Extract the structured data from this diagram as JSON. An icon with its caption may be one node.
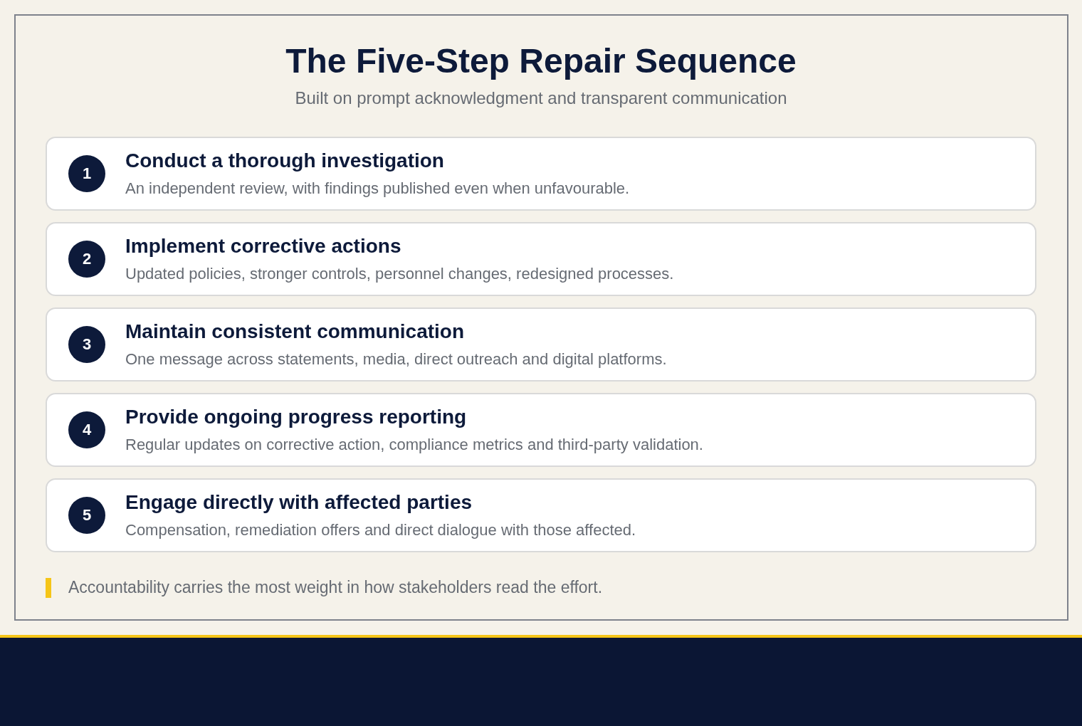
{
  "diagram": {
    "title": "The Five-Step Repair Sequence",
    "nodes": [
      {
        "text": [
          "Conduct a thorough investigation",
          "An independent review, with findings published even when unfavourable."
        ]
      },
      {
        "text": [
          "1"
        ],
        "in": 0
      },
      {
        "text": [
          "Implement corrective actions",
          "Updated policies, stronger controls, personnel changes, redesigned processes."
        ]
      },
      {
        "text": [
          "2"
        ],
        "in": 2
      },
      {
        "text": [
          "Maintain consistent communication",
          "One message across statements, media, direct outreach and digital platforms."
        ]
      },
      {
        "text": [
          "3"
        ],
        "in": 4
      },
      {
        "text": [
          "Provide ongoing progress reporting",
          "Regular updates on corrective action, compliance metrics and third-party validation."
        ]
      },
      {
        "text": [
          "4"
        ],
        "in": 6
      },
      {
        "text": [
          "Engage directly with affected parties",
          "Compensation, remediation offers and direct dialogue with those affected."
        ]
      },
      {
        "text": [
          "5"
        ],
        "in": 8
      }
    ],
    "labels": [
      "Built on prompt acknowledgment and transparent communication",
      "Accountability carries the most weight in how stakeholders read the effort."
    ]
  }
}
